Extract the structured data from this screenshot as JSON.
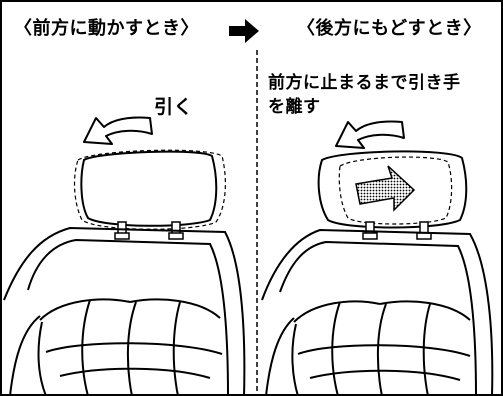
{
  "left_panel": {
    "heading": "〈前方に動かすとき〉",
    "pull_label": "引く"
  },
  "right_panel": {
    "heading": "〈後方にもどすとき〉",
    "instruction_line1": "前方に止まるまで引き手",
    "instruction_line2": "を離す"
  },
  "colors": {
    "line": "#000000",
    "background": "#ffffff",
    "arrow_fill": "#8a8a8a"
  }
}
